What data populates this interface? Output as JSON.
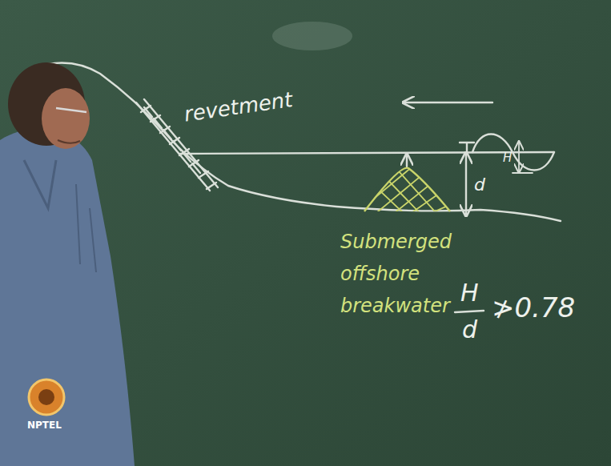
{
  "diagram": {
    "labels": [
      "revetment",
      "H",
      "d",
      "Submerged offshore breakwater",
      "H",
      "d",
      "≯0.78",
      "NPTEL"
    ]
  }
}
